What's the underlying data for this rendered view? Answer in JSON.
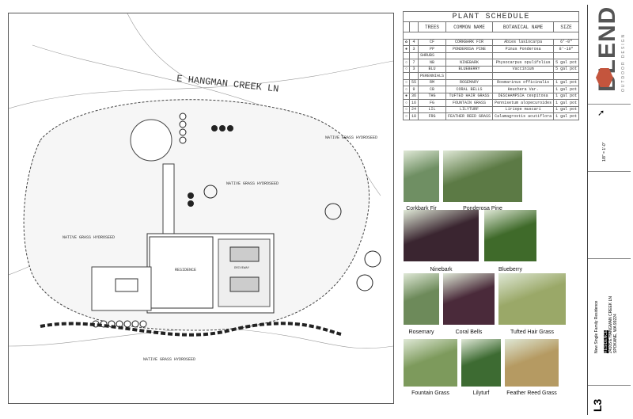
{
  "plan": {
    "street_label": "E HANGMAN CREEK LN",
    "residence_label": "RESIDENCE",
    "driveway_label": "DRIVEWAY",
    "hydroseed_labels": [
      "NATIVE GRASS HYDROSEED",
      "NATIVE GRASS HYDROSEED",
      "NATIVE GRASS HYDROSEED",
      "NATIVE GRASS HYDROSEED"
    ]
  },
  "schedule": {
    "title": "PLANT SCHEDULE",
    "headers": [
      "TREES",
      "COMMON NAME",
      "BOTANICAL NAME",
      "SIZE"
    ],
    "trees": [
      {
        "qty": "4",
        "code": "CF",
        "common": "CORKBARK FIR",
        "botanical": "Abies lasiocarpa",
        "size": "6'-0\""
      },
      {
        "qty": "3",
        "code": "PP",
        "common": "PONDEROSA PINE",
        "botanical": "Pinus Ponderosa",
        "size": "8'-10\""
      }
    ],
    "shrubs_label": "SHRUBS",
    "shrubs": [
      {
        "qty": "7",
        "code": "NB",
        "common": "NINEBARK",
        "botanical": "Physocarpus opulifolius",
        "size": "5 gal pot"
      },
      {
        "qty": "3",
        "code": "BLU",
        "common": "BLUEBERRY",
        "botanical": "Vaccinium",
        "size": "5 gal pot"
      }
    ],
    "perennials_label": "PERENNIALS",
    "perennials": [
      {
        "qty": "55",
        "code": "RM",
        "common": "ROSEMARY",
        "botanical": "Rosmarinus officinalis",
        "size": "1 gal pot"
      },
      {
        "qty": "9",
        "code": "CB",
        "common": "CORAL BELLS",
        "botanical": "Heuchera Var.",
        "size": "1 gal pot"
      },
      {
        "qty": "36",
        "code": "THG",
        "common": "TUFTED HAIR GRASS",
        "botanical": "DESCHAMPSIA cespitosa",
        "size": "1 gal pot"
      },
      {
        "qty": "16",
        "code": "FG",
        "common": "FOUNTAIN GRASS",
        "botanical": "Pennisetum alopecuroides",
        "size": "1 gal pot"
      },
      {
        "qty": "24",
        "code": "LIL",
        "common": "LILYTURF",
        "botanical": "Liriope muscari",
        "size": "1 gal pot"
      },
      {
        "qty": "18",
        "code": "FRG",
        "common": "FEATHER REED GRASS",
        "botanical": "Calamagrostis acutiflora",
        "size": "1 gal pot"
      }
    ]
  },
  "photos": [
    {
      "label": "Corkbark Fir",
      "color": "#6f8f63"
    },
    {
      "label": "Ponderosa Pine",
      "color": "#5c7a45"
    },
    {
      "label": "Ninebark",
      "color": "#3a2530"
    },
    {
      "label": "Blueberry",
      "color": "#3f6a2a"
    },
    {
      "label": "Rosemary",
      "color": "#6d8a5a"
    },
    {
      "label": "Coral Bells",
      "color": "#4a2a3a"
    },
    {
      "label": "Tufted Hair Grass",
      "color": "#9aa868"
    },
    {
      "label": "Fountain Grass",
      "color": "#7d9a5c"
    },
    {
      "label": "Lilyturf",
      "color": "#3d6b32"
    },
    {
      "label": "Feather Reed Grass",
      "color": "#b59a62"
    }
  ],
  "titleblock": {
    "brand": "BLEND",
    "brand_sub": "OUTDOOR DESIGN",
    "scale": "1/8\" = 1'-0\"",
    "project": "New Single Family Residence",
    "residence": "RESIDENCE",
    "address": "24105 E HANGMAN CREEK LN",
    "city": "SPOKANE, WA 99224",
    "sheet": "L3",
    "brand_color": "#c4553d"
  }
}
